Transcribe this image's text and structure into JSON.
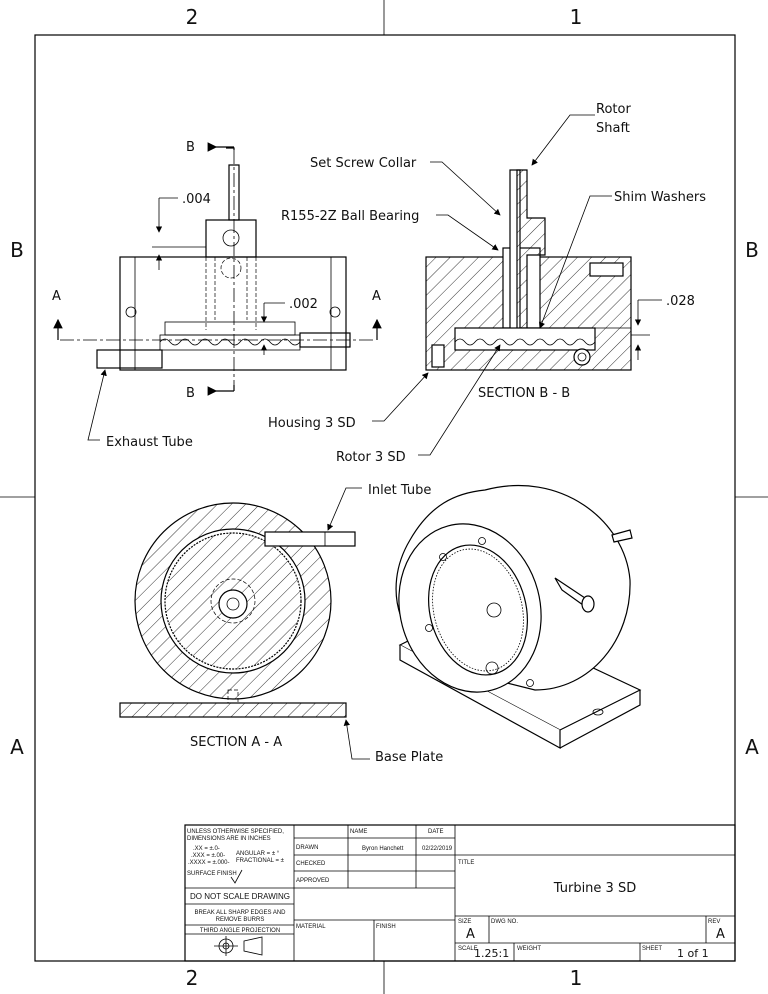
{
  "zones": {
    "top": [
      "2",
      "1"
    ],
    "bottom": [
      "2",
      "1"
    ],
    "left": [
      "B",
      "A"
    ],
    "right": [
      "B",
      "A"
    ]
  },
  "labels": {
    "rotor_shaft_1": "Rotor",
    "rotor_shaft_2": "Shaft",
    "set_screw_collar": "Set Screw Collar",
    "shim_washers": "Shim Washers",
    "ball_bearing": "R155-2Z Ball Bearing",
    "dim_004": ".004",
    "dim_002": ".002",
    "dim_028": ".028",
    "section_b_top": "B",
    "section_b_bottom": "B",
    "section_a_left": "A",
    "section_a_right": "A",
    "section_bb": "SECTION B - B",
    "housing": "Housing 3 SD",
    "exhaust_tube": "Exhaust Tube",
    "rotor": "Rotor 3 SD",
    "inlet_tube": "Inlet Tube",
    "section_aa": "SECTION A - A",
    "base_plate": "Base Plate"
  },
  "title_block": {
    "notes_1": "UNLESS OTHERWISE SPECIFIED,",
    "notes_2": "DIMENSIONS ARE IN INCHES",
    "tol_1": ".XX = ±.0-",
    "tol_2": ".XXX = ±.00-",
    "tol_3": ".XXXX = ±.000-",
    "angular": "ANGULAR = ± °",
    "fractional": "FRACTIONAL = ±",
    "surface_finish": "SURFACE FINISH",
    "do_not_scale": "DO NOT SCALE DRAWING",
    "break_edges_1": "BREAK ALL SHARP EDGES AND",
    "break_edges_2": "REMOVE BURRS",
    "projection": "THIRD ANGLE PROJECTION",
    "col_name": "NAME",
    "col_date": "DATE",
    "row_drawn": "DRAWN",
    "row_checked": "CHECKED",
    "row_approved": "APPROVED",
    "drawn_name": "Byron Hanchett",
    "drawn_date": "02/22/2019",
    "material": "MATERIAL",
    "finish": "FINISH",
    "title_label": "TITLE",
    "title": "Turbine 3 SD",
    "size_label": "SIZE",
    "size": "A",
    "dwg_no_label": "DWG NO.",
    "rev_label": "REV",
    "rev": "A",
    "scale_label": "SCALE",
    "scale": "1.25:1",
    "weight_label": "WEIGHT",
    "sheet_label": "SHEET",
    "sheet": "1 of 1"
  }
}
